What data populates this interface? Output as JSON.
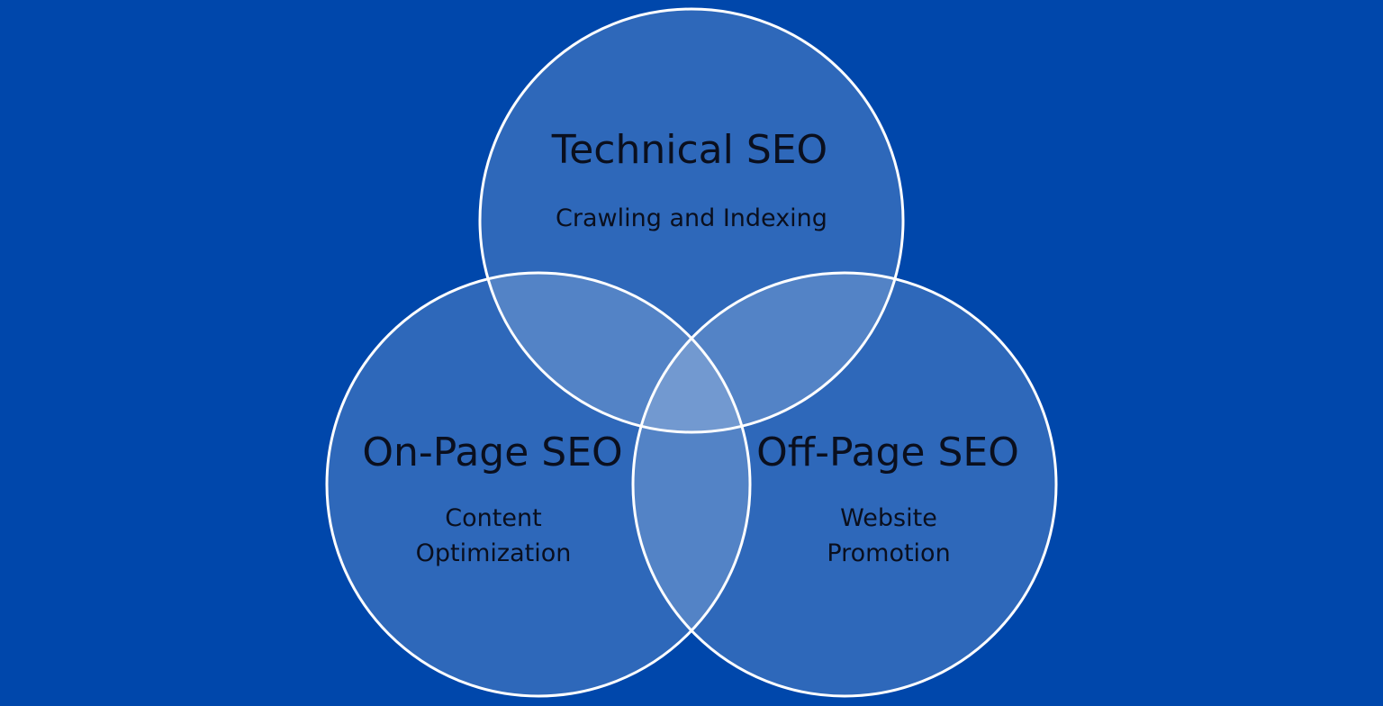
{
  "colors": {
    "background": "#0047AB",
    "circle_stroke": "#ffffff"
  },
  "circles": [
    {
      "id": "technical",
      "title": "Technical SEO",
      "subtitle_lines": [
        "Crawling and Indexing"
      ]
    },
    {
      "id": "on-page",
      "title": "On-Page SEO",
      "subtitle_lines": [
        "Content",
        "Optimization"
      ]
    },
    {
      "id": "off-page",
      "title": "Off-Page SEO",
      "subtitle_lines": [
        "Website",
        "Promotion"
      ]
    }
  ]
}
